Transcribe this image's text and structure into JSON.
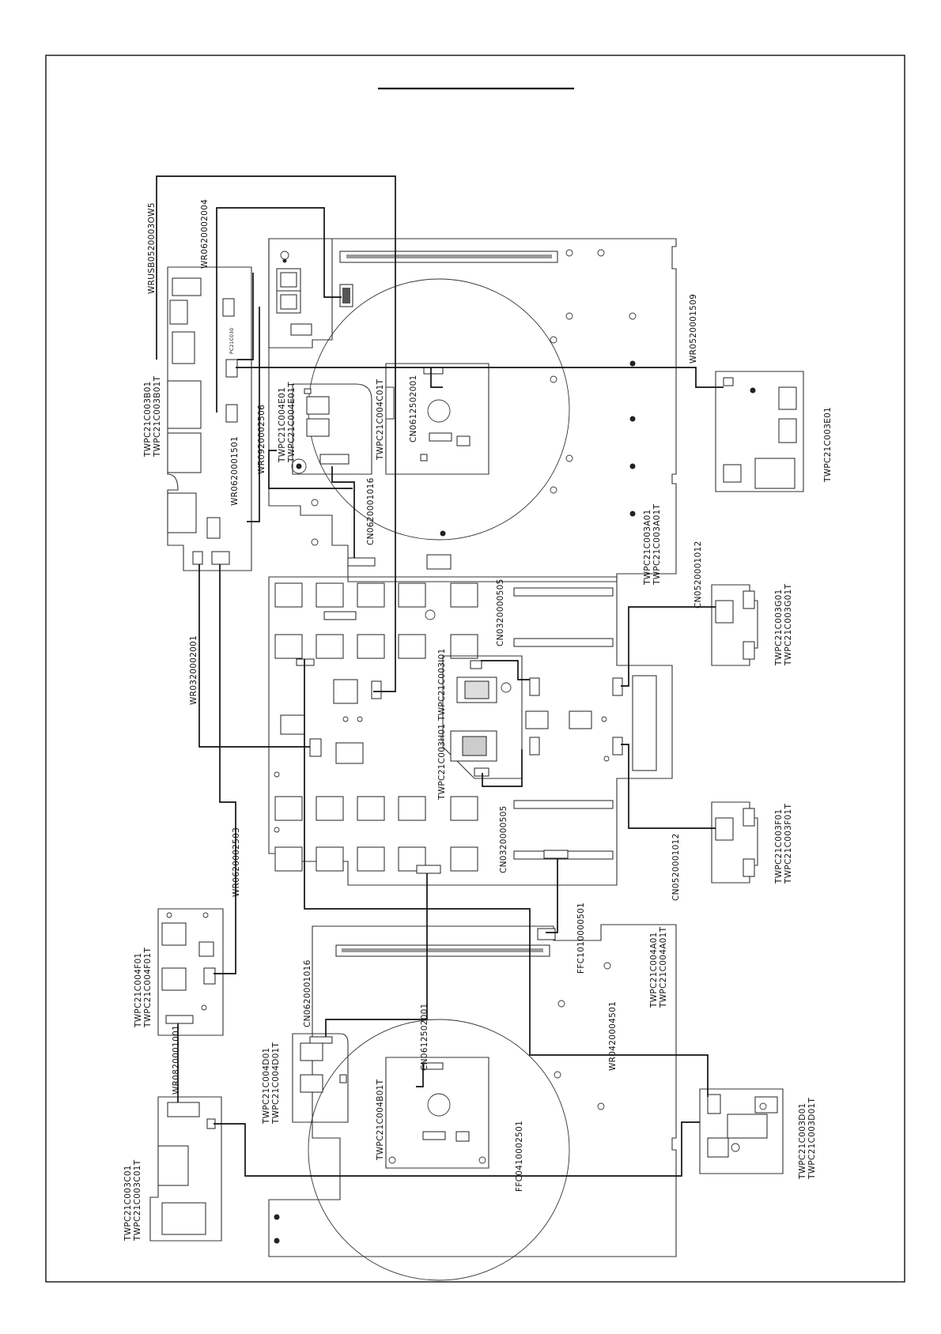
{
  "diagram": {
    "boards": {
      "b1": "TWPC21C003B01",
      "b1t": "TWPC21C003B01T",
      "e1": "TWPC21C003E01",
      "c4e1": "TWPC21C004E01",
      "c4e1t": "TWPC21C004E01T",
      "c4c1t": "TWPC21C004C01T",
      "a1": "TWPC21C003A01",
      "a1t": "TWPC21C003A01T",
      "g1": "TWPC21C003G01",
      "g1t": "TWPC21C003G01T",
      "i1": "TWPC21C003I01",
      "h1": "TWPC21C003H01",
      "f1": "TWPC21C003F01",
      "f1t": "TWPC21C003F01T",
      "c4f1": "TWPC21C004F01",
      "c4f1t": "TWPC21C004F01T",
      "c4a1": "TWPC21C004A01",
      "c4a1t": "TWPC21C004A01T",
      "c4d1": "TWPC21C004D01",
      "c4d1t": "TWPC21C004D01T",
      "c4b1t": "TWPC21C004B01T",
      "d1": "TWPC21C003D01",
      "d1t": "TWPC21C003D01T",
      "c1": "TWPC21C003C01",
      "c1t": "TWPC21C003C01T"
    },
    "cables": {
      "usb": "WRUSB0520003OW5",
      "wr0620002004": "WR0620002004",
      "wr0520001509": "WR0520001509",
      "cn0612502001_top": "CN0612502001",
      "wr0920002506": "WR0920002506",
      "wr0620001501": "WR0620001501",
      "cn0620001016_top": "CN0620001016",
      "cn0520001012_top": "CN0520001012",
      "cn0320000505_top": "CN0320000505",
      "wr0320002001": "WR0320002001",
      "cn0320000505_mid": "CN0320000505",
      "cn0520001012_bottom": "CN0520001012",
      "wr0620002503": "WR0620002503",
      "ffc1010000501": "FFC1010000501",
      "cn0620001016_bottom": "CN0620001016",
      "cn0612502001_bottom": "CN0612502001",
      "wr0420004501": "WR0420004501",
      "wr0820001001": "WR0820001001",
      "ffc0410002501": "FFC0410002501"
    },
    "chip_marking": "PC21C030"
  }
}
